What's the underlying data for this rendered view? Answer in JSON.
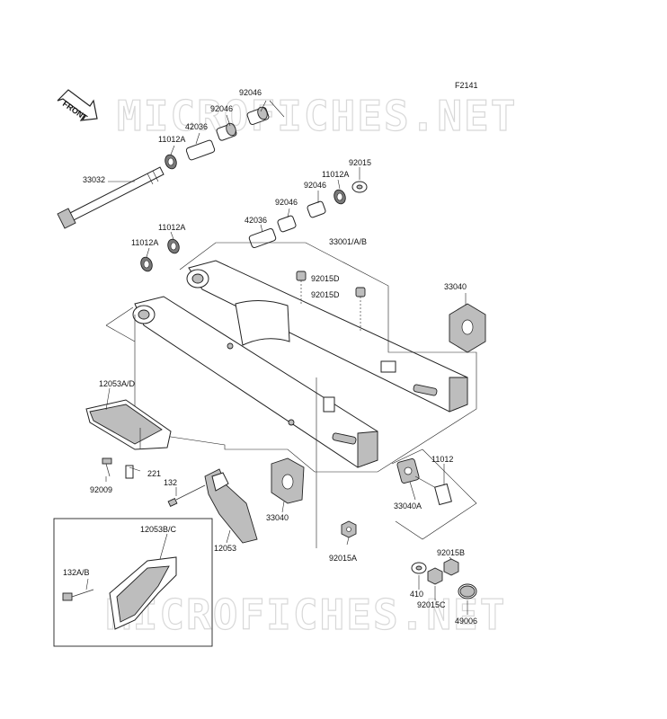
{
  "figure_code": "F2141",
  "watermark_text": "MICROFICHES.NET",
  "front_arrow_text": "FRONT",
  "part_labels": {
    "p92046_top": "92046",
    "p92046_b": "92046",
    "p42036_top": "42036",
    "p11012A_top": "11012A",
    "p33032": "33032",
    "p92015": "92015",
    "p11012A_r": "11012A",
    "p92046_r1": "92046",
    "p92046_r2": "92046",
    "p42036_mid": "42036",
    "p11012A_l1": "11012A",
    "p11012A_l2": "11012A",
    "p33001AB": "33001/A/B",
    "p92015D_1": "92015D",
    "p92015D_2": "92015D",
    "p33040_r": "33040",
    "p12053AD": "12053A/D",
    "p221": "221",
    "p92009": "92009",
    "p132": "132",
    "p12053": "12053",
    "p33040": "33040",
    "p92015A": "92015A",
    "p11012": "11012",
    "p33040A": "33040A",
    "p12053BC": "12053B/C",
    "p132AB": "132A/B",
    "p92015B": "92015B",
    "p410": "410",
    "p92015C": "92015C",
    "p49006": "49006"
  }
}
